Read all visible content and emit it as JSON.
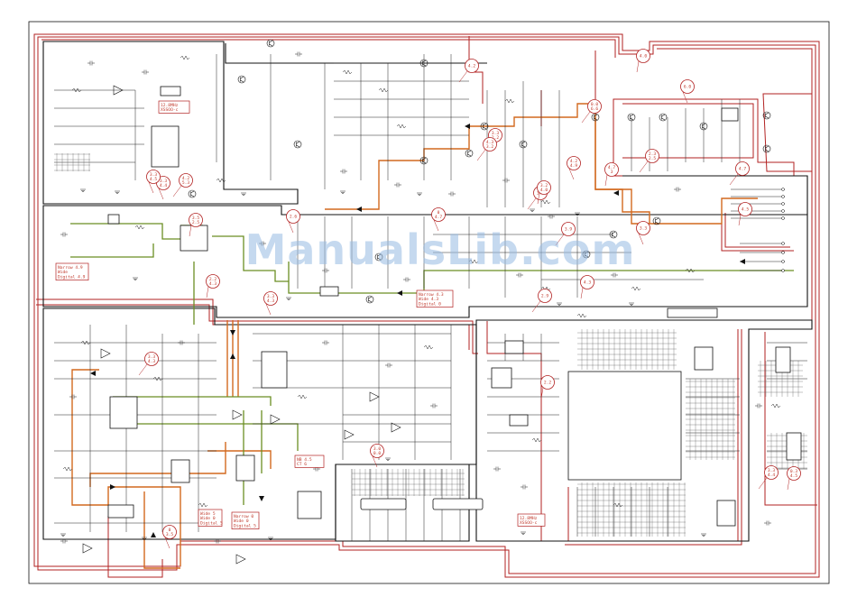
{
  "watermark": "ManualsLib.com",
  "colors": {
    "red": "#b22222",
    "orange": "#d2691e",
    "green": "#6b8e23",
    "black": "#111111",
    "paper": "#ffffff"
  },
  "callouts": [
    {
      "id": "c1",
      "text": "4.2"
    },
    {
      "id": "c2",
      "text": "4.0"
    },
    {
      "id": "c3",
      "text": "6.0"
    },
    {
      "id": "c4",
      "text": "0.0 6.6"
    },
    {
      "id": "c5",
      "text": "3.3 2.2"
    },
    {
      "id": "c6",
      "text": "4.2 4.9"
    },
    {
      "id": "c7",
      "text": "2.3 2.5"
    },
    {
      "id": "c8",
      "text": "4.7 3"
    },
    {
      "id": "c9",
      "text": "3.3 4.4"
    },
    {
      "id": "c10",
      "text": "3.2"
    },
    {
      "id": "c11",
      "text": "3.5 2.5"
    },
    {
      "id": "c12",
      "text": "2.6"
    },
    {
      "id": "c13",
      "text": "4.7"
    },
    {
      "id": "c14",
      "text": "4.5"
    },
    {
      "id": "c15",
      "text": "0 4.7"
    },
    {
      "id": "c16",
      "text": "3.9"
    },
    {
      "id": "c17",
      "text": "2.2 4.3"
    },
    {
      "id": "c18",
      "text": "3.3 4.3"
    },
    {
      "id": "c19",
      "text": "2.9"
    },
    {
      "id": "c20",
      "text": "4.3"
    },
    {
      "id": "c21",
      "text": "3.3"
    },
    {
      "id": "c22",
      "text": "3.3 4.3"
    },
    {
      "id": "c23",
      "text": "2.2"
    },
    {
      "id": "c24",
      "text": "3.0 0.0"
    },
    {
      "id": "c25",
      "text": "3.3 4.4"
    },
    {
      "id": "c26",
      "text": "0.3 4.5"
    },
    {
      "id": "c27",
      "text": "0 3.5"
    },
    {
      "id": "c28",
      "text": "4.2 5.3"
    },
    {
      "id": "c29",
      "text": "3.2 4.0"
    },
    {
      "id": "c30",
      "text": "3.3 4.5"
    },
    {
      "id": "c31",
      "text": "4.3 3.2"
    }
  ],
  "notes": [
    {
      "id": "n1",
      "lines": [
        "12.8MHz",
        "XSSOO-c"
      ]
    },
    {
      "id": "n2",
      "lines": [
        "Narrow 4.9",
        "Wide",
        "Digital 4.9"
      ]
    },
    {
      "id": "n3",
      "lines": [
        "Narrow 4.3",
        "Wide 4.3",
        "Digital 0"
      ]
    },
    {
      "id": "n4",
      "lines": [
        "NB 4.5",
        "CT 6"
      ]
    },
    {
      "id": "n5",
      "lines": [
        "Wide 5",
        "Wide 0",
        "Digital 5"
      ]
    },
    {
      "id": "n6",
      "lines": [
        "Narrow 0",
        "Wide 0",
        "Digital 5"
      ]
    },
    {
      "id": "n7",
      "lines": [
        "12.8MHz",
        "XSSOO-c"
      ]
    }
  ]
}
